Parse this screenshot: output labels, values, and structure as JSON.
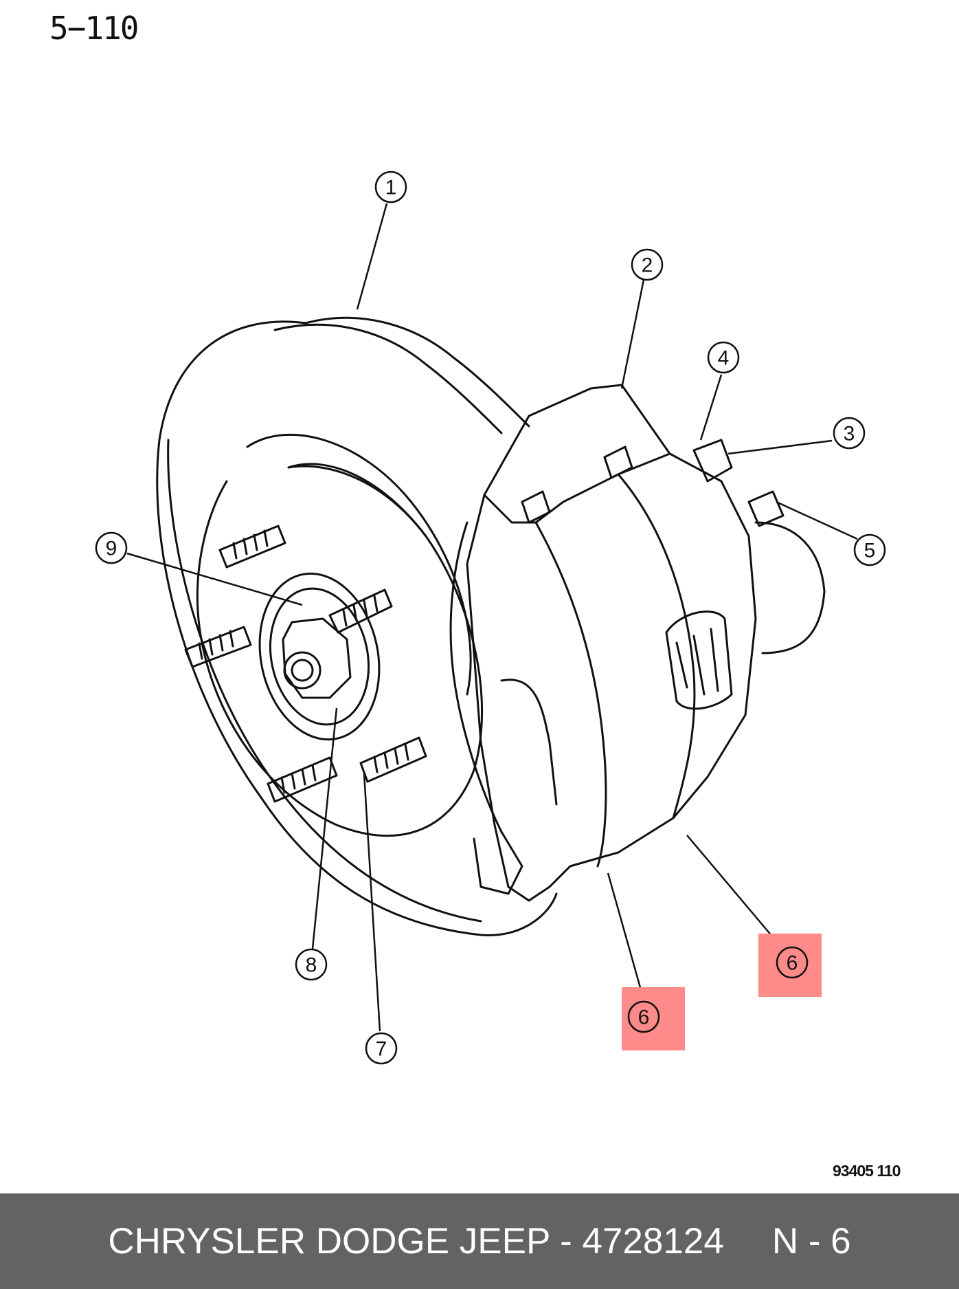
{
  "header": {
    "page_code": "5−110"
  },
  "diagram": {
    "callouts": [
      {
        "number": "1",
        "highlighted": false
      },
      {
        "number": "2",
        "highlighted": false
      },
      {
        "number": "3",
        "highlighted": false
      },
      {
        "number": "4",
        "highlighted": false
      },
      {
        "number": "5",
        "highlighted": false
      },
      {
        "number": "6",
        "highlighted": true
      },
      {
        "number": "6",
        "highlighted": true
      },
      {
        "number": "7",
        "highlighted": false
      },
      {
        "number": "8",
        "highlighted": false
      },
      {
        "number": "9",
        "highlighted": false
      }
    ],
    "drawing_id": "93405  110",
    "highlight_color": "#ff8a8a"
  },
  "footer": {
    "part_text": "CHRYSLER DODGE JEEP - 4728124",
    "label_text": "N - 6",
    "background_color": "#636363"
  }
}
